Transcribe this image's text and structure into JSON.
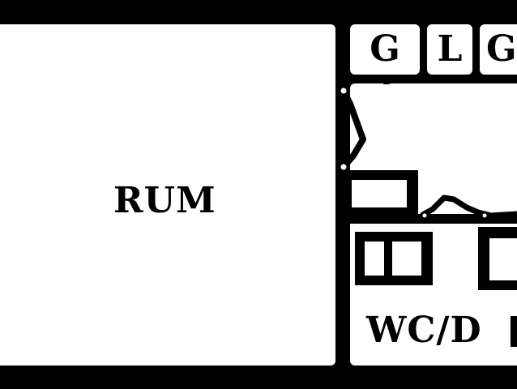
{
  "game": {
    "rooms": {
      "main_room": {
        "label": "RUM"
      },
      "side_room": {
        "label": "WC/D"
      }
    },
    "top_tiles": [
      {
        "letter": "G"
      },
      {
        "letter": "L"
      },
      {
        "letter": "G"
      }
    ]
  },
  "colors": {
    "wall": "#000000",
    "floor": "#ffffff"
  }
}
